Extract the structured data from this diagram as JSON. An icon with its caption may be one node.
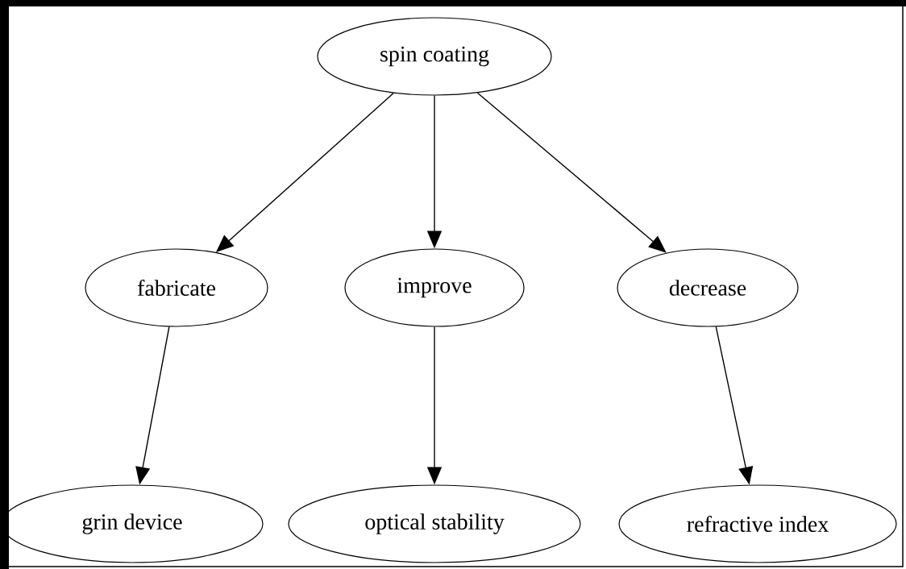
{
  "diagram": {
    "nodes": [
      {
        "text": [
          "spin coating"
        ]
      },
      {
        "text": [
          "fabricate"
        ]
      },
      {
        "text": [
          "improve"
        ]
      },
      {
        "text": [
          "decrease"
        ]
      },
      {
        "text": [
          "grin device"
        ]
      },
      {
        "text": [
          "optical stability"
        ]
      },
      {
        "text": [
          "refractive index"
        ]
      }
    ],
    "edges": [
      {
        "from": 0,
        "to": 1,
        "arrow": "to"
      },
      {
        "from": 0,
        "to": 2,
        "arrow": "to"
      },
      {
        "from": 0,
        "to": 3,
        "arrow": "to"
      },
      {
        "from": 1,
        "to": 4,
        "arrow": "to"
      },
      {
        "from": 2,
        "to": 5,
        "arrow": "to"
      },
      {
        "from": 3,
        "to": 6,
        "arrow": "to"
      }
    ]
  }
}
